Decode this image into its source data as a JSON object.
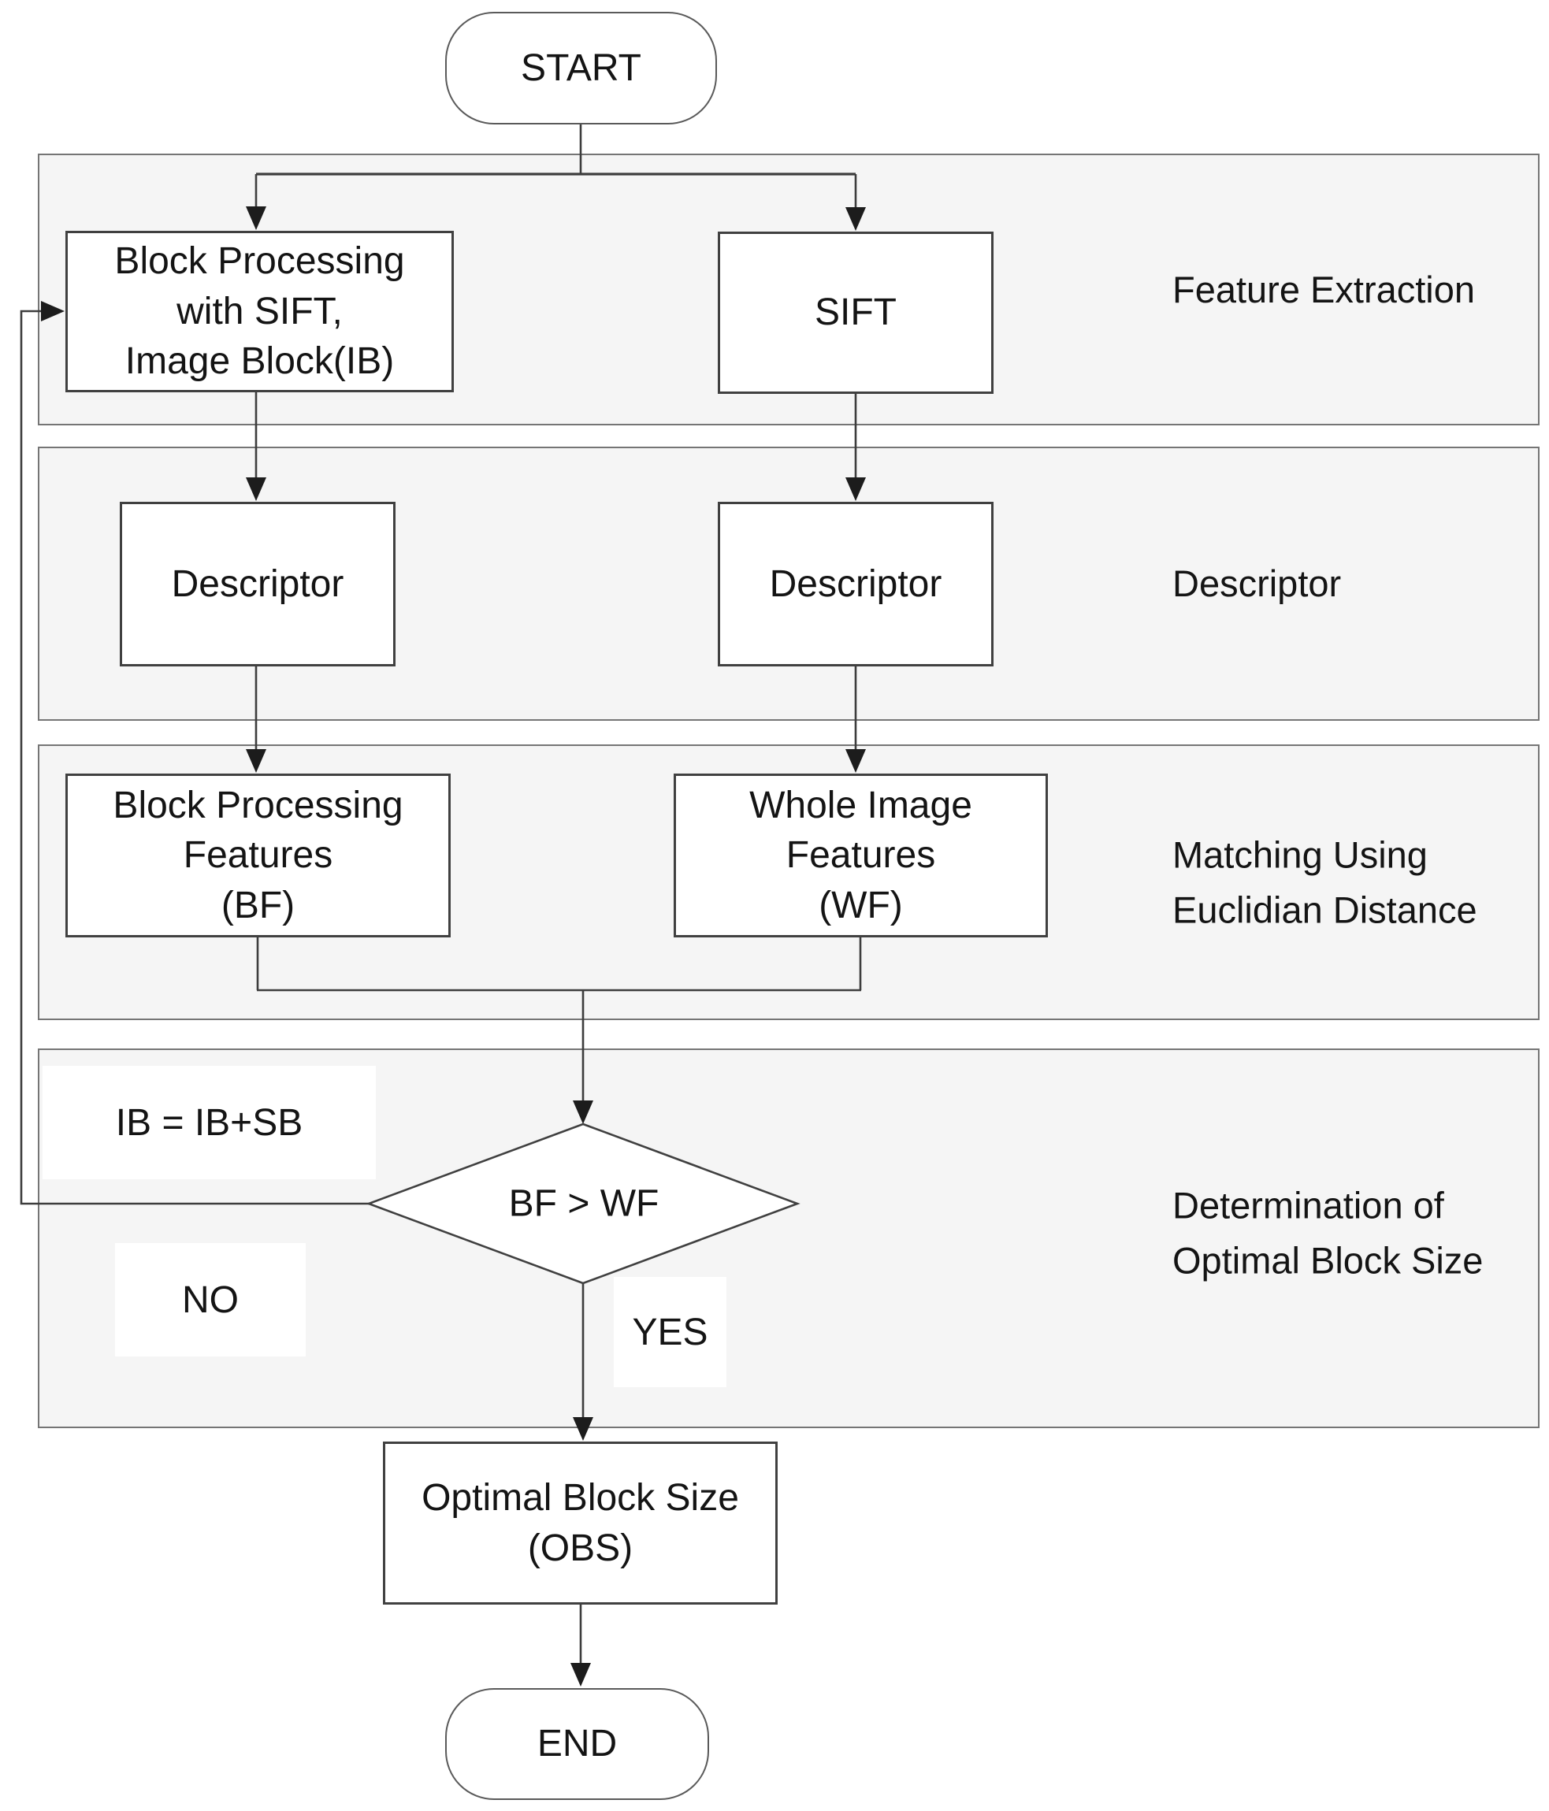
{
  "colors": {
    "band_fill": "#f5f5f5",
    "band_border": "#757575",
    "node_fill": "#ffffff",
    "node_border": "#404040",
    "line_color": "#3d3d3d",
    "arrow_color": "#1c1c1c",
    "text_color": "#141414",
    "background": "#ffffff"
  },
  "sections": [
    {
      "label": "Feature Extraction"
    },
    {
      "label": "Descriptor"
    },
    {
      "label": "Matching Using\nEuclidian Distance"
    },
    {
      "label": "Determination of\nOptimal Block Size"
    }
  ],
  "nodes": {
    "start": "START",
    "block_processing": "Block Processing\nwith SIFT,\nImage Block(IB)",
    "sift": "SIFT",
    "descriptor_left": "Descriptor",
    "descriptor_right": "Descriptor",
    "block_features": "Block Processing\nFeatures\n(BF)",
    "whole_image_features": "Whole Image\nFeatures\n(WF)",
    "decision": "BF > WF",
    "increment": "IB = IB+SB",
    "optimal_block_size": "Optimal Block Size\n(OBS)",
    "end": "END"
  },
  "edges": {
    "no_label": "NO",
    "yes_label": "YES"
  }
}
